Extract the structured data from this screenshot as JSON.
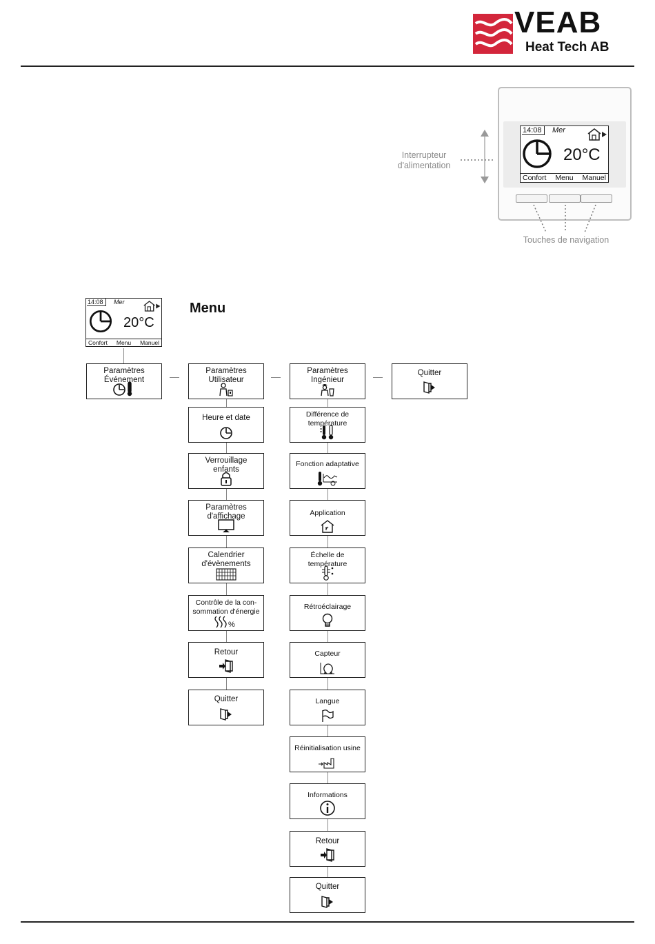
{
  "header": {
    "brand": "VEAB",
    "subtitle": "Heat Tech AB",
    "colors": {
      "brand_red": "#d3263b",
      "text": "#111111",
      "guide_grey": "#8a8a8a"
    }
  },
  "device": {
    "screen": {
      "time": "14:08",
      "day": "Mer",
      "temperature": "20°C",
      "softkeys": [
        "Confort",
        "Menu",
        "Manuel"
      ],
      "icons": [
        "clock-icon",
        "house-mode-icon"
      ]
    },
    "callouts": {
      "power_switch": "Interrupteur d'alimentation",
      "nav_keys": "Touches de navigation"
    }
  },
  "menu": {
    "title": "Menu",
    "top_row": [
      {
        "label": "Paramètres Événement",
        "icon": "clock-thermometer-icon"
      },
      {
        "label": "Paramètres Utilisateur",
        "icon": "user-icon"
      },
      {
        "label": "Paramètres Ingénieur",
        "icon": "engineer-icon"
      },
      {
        "label": "Quitter",
        "icon": "exit-door-icon"
      }
    ],
    "user_items": [
      {
        "label": "Heure et date",
        "icon": "clock-icon"
      },
      {
        "label": "Verrouillage enfants",
        "icon": "lock-icon"
      },
      {
        "label": "Paramètres d'affichage",
        "icon": "display-icon"
      },
      {
        "label": "Calendrier d'évènements",
        "icon": "calendar-icon"
      },
      {
        "label": "Contrôle de la con-sommation d'énergie",
        "icon": "energy-percent-icon"
      },
      {
        "label": "Retour",
        "icon": "back-door-icon"
      },
      {
        "label": "Quitter",
        "icon": "exit-door-icon"
      }
    ],
    "engineer_items": [
      {
        "label": "Différence de température",
        "icon": "two-thermometers-icon"
      },
      {
        "label": "Fonction adaptative",
        "icon": "adaptive-curve-icon"
      },
      {
        "label": "Application",
        "icon": "house-icon"
      },
      {
        "label": "Échelle de température",
        "icon": "temperature-scale-icon"
      },
      {
        "label": "Rétroéclairage",
        "icon": "bulb-icon"
      },
      {
        "label": "Capteur",
        "icon": "ohm-sensor-icon"
      },
      {
        "label": "Langue",
        "icon": "flag-icon"
      },
      {
        "label": "Réinitialisation usine",
        "icon": "factory-icon"
      },
      {
        "label": "Informations",
        "icon": "info-icon"
      },
      {
        "label": "Retour",
        "icon": "back-door-icon"
      },
      {
        "label": "Quitter",
        "icon": "exit-door-icon"
      }
    ]
  }
}
